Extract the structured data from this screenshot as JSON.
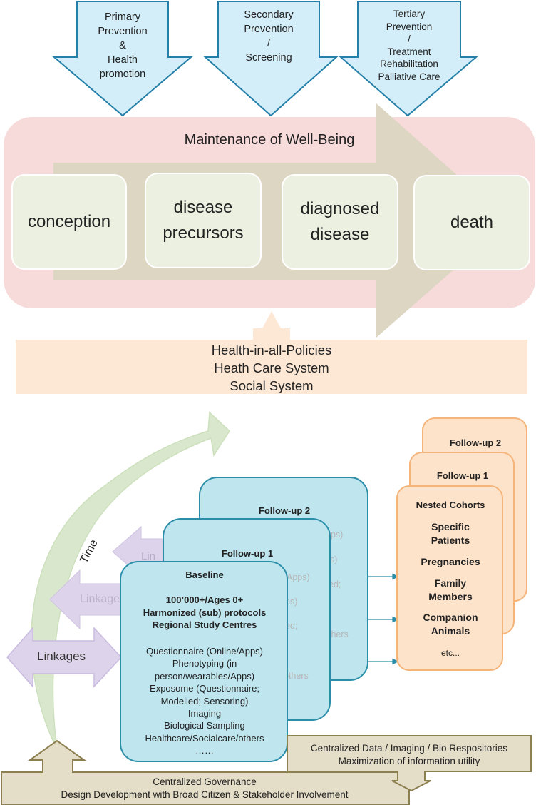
{
  "prevention": {
    "primary": [
      "Primary",
      "Prevention",
      "&",
      "Health",
      "promotion"
    ],
    "secondary": [
      "Secondary",
      "Prevention",
      "/",
      "Screening"
    ],
    "tertiary": [
      "Tertiary",
      "Prevention",
      "/",
      "Treatment",
      "Rehabilitation",
      "Palliative Care"
    ]
  },
  "wellbeing": {
    "title": "Maintenance of Well-Being",
    "stages": [
      [
        "conception"
      ],
      [
        "disease",
        "precursors"
      ],
      [
        "diagnosed",
        "disease"
      ],
      [
        "death"
      ]
    ]
  },
  "policies": [
    "Health-in-all-Policies",
    "Heath Care System",
    "Social System"
  ],
  "time_label": "Time",
  "linkages": {
    "front": "Linkages",
    "mid": "Linkage",
    "back": "Lin"
  },
  "cohort": {
    "follow_up_2": "Follow-up 2",
    "follow_up_1": "Follow-up 1",
    "baseline": {
      "title": "Baseline",
      "header": [
        "100’000+/Ages 0+",
        "Harmonized (sub) protocols",
        "Regional Study Centres"
      ],
      "items": [
        "Questionnaire (Online/Apps)",
        "Phenotyping (in",
        "person/wearables/Apps)",
        "Exposome (Questionnaire;",
        "Modelled; Sensoring)",
        "Imaging",
        "Biological Sampling",
        "Healthcare/Socialcare/others",
        "……"
      ]
    },
    "ghost_fu1": [
      "Apps)",
      "ps)",
      "ed;",
      "others"
    ],
    "ghost_fu2": [
      "pps)",
      "s)",
      "ed;",
      "thers"
    ]
  },
  "nested": {
    "follow_up_2": "Follow-up 2",
    "follow_up_1": "Follow-up 1",
    "title": "Nested Cohorts",
    "items": [
      [
        "Specific",
        "Patients"
      ],
      [
        "Pregnancies"
      ],
      [
        "Family",
        "Members"
      ],
      [
        "Companion",
        "Animals"
      ]
    ],
    "etc": "etc..."
  },
  "repositories": [
    "Centralized Data / Imaging / Bio Respositories",
    "Maximization of information utility"
  ],
  "governance": [
    "Centralized Governance",
    "Design Development with Broad Citizen & Stakeholder Involvement"
  ],
  "colors": {
    "prevention_fill": "#d3eef8",
    "prevention_stroke": "#2480a8",
    "wellbeing_bg": "#f7dada",
    "stage_fill": "#ecf0e1",
    "timeline_arrow": "#ddd6c2",
    "policy_fill": "#fde8d6",
    "cohort_fill": "#bfe5ef",
    "cohort_stroke": "#2b8ea8",
    "nested_fill": "#fde3ca",
    "nested_stroke": "#f5b47a",
    "linkage_fill": "#ddd3ea",
    "time_arrow": "#d5e6c8",
    "governance_fill": "#e4ddc8",
    "governance_stroke": "#8c7f50"
  }
}
